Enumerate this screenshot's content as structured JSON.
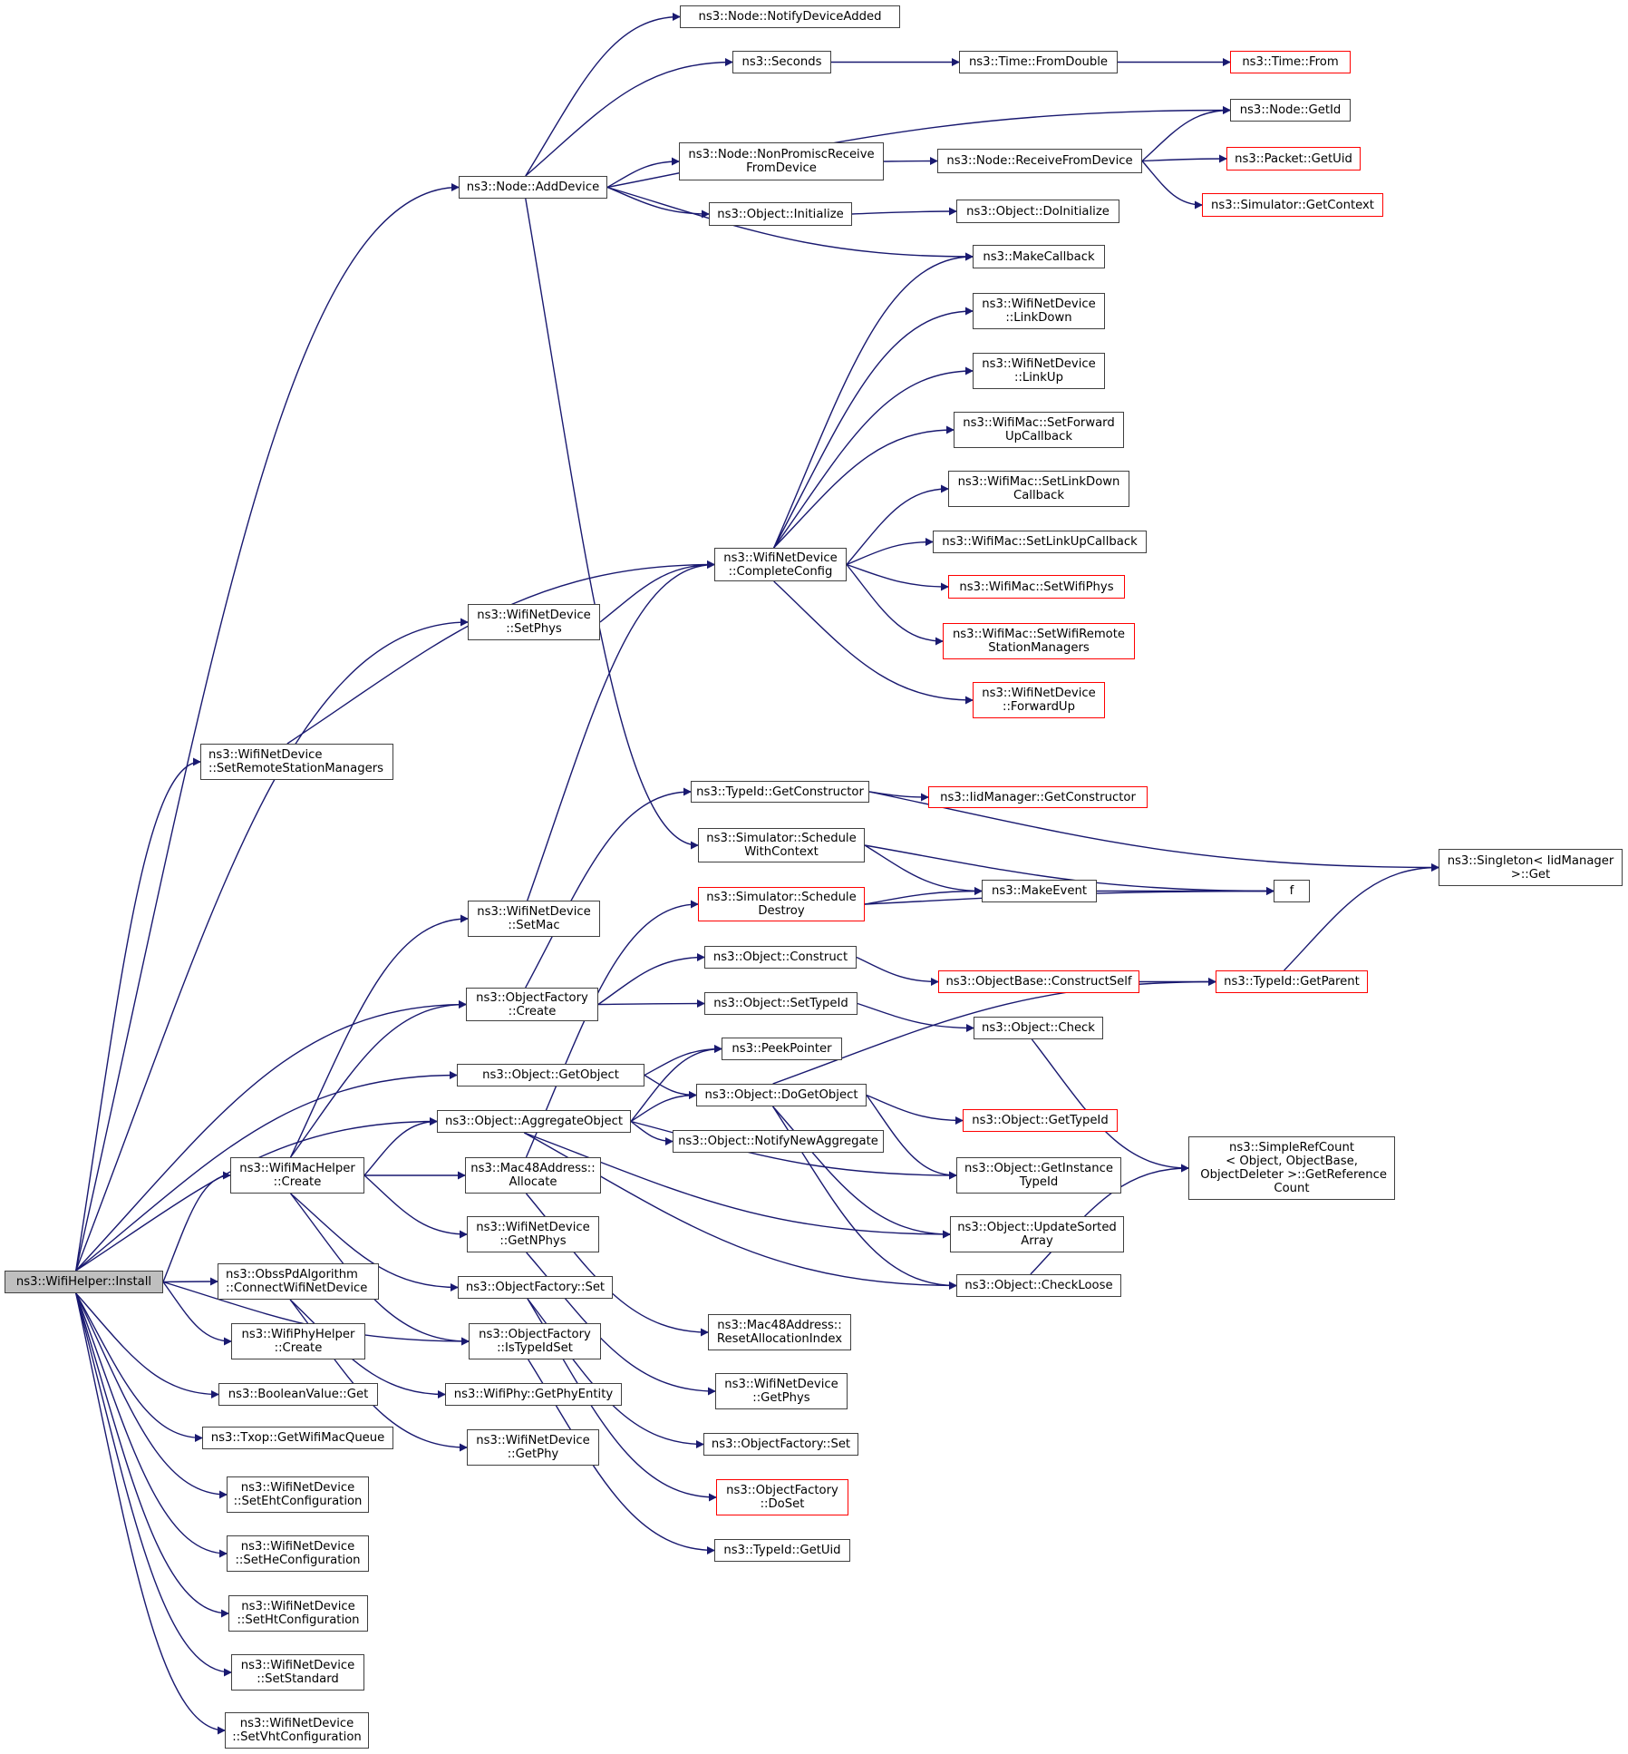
{
  "diagram": {
    "title": "Call graph of ns3::WifiHelper::Install",
    "colors": {
      "edge": "#191970",
      "node_border": "#404040",
      "missing_border": "#ff0000",
      "root_fill": "#bfbfbf"
    },
    "nodes": [
      {
        "id": "install",
        "label": "ns3::WifiHelper::Install",
        "kind": "root"
      },
      {
        "id": "notifyDeviceAdded",
        "label": "ns3::Node::NotifyDeviceAdded"
      },
      {
        "id": "seconds",
        "label": "ns3::Seconds"
      },
      {
        "id": "fromDouble",
        "label": "ns3::Time::FromDouble"
      },
      {
        "id": "timeFrom",
        "label": "ns3::Time::From",
        "kind": "red"
      },
      {
        "id": "nodeGetId",
        "label": "ns3::Node::GetId"
      },
      {
        "id": "nonPromisc",
        "label": "ns3::Node::NonPromiscReceive\nFromDevice"
      },
      {
        "id": "addDevice",
        "label": "ns3::Node::AddDevice"
      },
      {
        "id": "receiveFromDevice",
        "label": "ns3::Node::ReceiveFromDevice"
      },
      {
        "id": "packetGetUid",
        "label": "ns3::Packet::GetUid",
        "kind": "red"
      },
      {
        "id": "getContext",
        "label": "ns3::Simulator::GetContext",
        "kind": "red"
      },
      {
        "id": "initialize",
        "label": "ns3::Object::Initialize"
      },
      {
        "id": "doInitialize",
        "label": "ns3::Object::DoInitialize"
      },
      {
        "id": "makeCallback",
        "label": "ns3::MakeCallback"
      },
      {
        "id": "linkDown",
        "label": "ns3::WifiNetDevice\n::LinkDown"
      },
      {
        "id": "linkUp",
        "label": "ns3::WifiNetDevice\n::LinkUp"
      },
      {
        "id": "setForwardUp",
        "label": "ns3::WifiMac::SetForward\nUpCallback"
      },
      {
        "id": "setLinkDown",
        "label": "ns3::WifiMac::SetLinkDown\nCallback"
      },
      {
        "id": "setLinkUp",
        "label": "ns3::WifiMac::SetLinkUpCallback"
      },
      {
        "id": "completeConfig",
        "label": "ns3::WifiNetDevice\n::CompleteConfig"
      },
      {
        "id": "setWifiPhys",
        "label": "ns3::WifiMac::SetWifiPhys",
        "kind": "red"
      },
      {
        "id": "setWifiRSM",
        "label": "ns3::WifiMac::SetWifiRemote\nStationManagers",
        "kind": "red"
      },
      {
        "id": "forwardUp",
        "label": "ns3::WifiNetDevice\n::ForwardUp",
        "kind": "red"
      },
      {
        "id": "setPhys",
        "label": "ns3::WifiNetDevice\n::SetPhys"
      },
      {
        "id": "setRSM",
        "label": "ns3::WifiNetDevice\n::SetRemoteStationManagers",
        "align": "left"
      },
      {
        "id": "getConstructor",
        "label": "ns3::TypeId::GetConstructor"
      },
      {
        "id": "iidGetConstructor",
        "label": "ns3::IidManager::GetConstructor",
        "kind": "red"
      },
      {
        "id": "scheduleWithContext",
        "label": "ns3::Simulator::Schedule\nWithContext"
      },
      {
        "id": "singleton",
        "label": "ns3::Singleton< IidManager\n>::Get"
      },
      {
        "id": "scheduleDestroy",
        "label": "ns3::Simulator::Schedule\nDestroy",
        "kind": "red"
      },
      {
        "id": "makeEvent",
        "label": "ns3::MakeEvent"
      },
      {
        "id": "f",
        "label": "f"
      },
      {
        "id": "setMac",
        "label": "ns3::WifiNetDevice\n::SetMac"
      },
      {
        "id": "construct",
        "label": "ns3::Object::Construct"
      },
      {
        "id": "factoryCreate",
        "label": "ns3::ObjectFactory\n::Create"
      },
      {
        "id": "constructSelf",
        "label": "ns3::ObjectBase::ConstructSelf",
        "kind": "red"
      },
      {
        "id": "getParent",
        "label": "ns3::TypeId::GetParent",
        "kind": "red"
      },
      {
        "id": "setTypeId",
        "label": "ns3::Object::SetTypeId"
      },
      {
        "id": "check",
        "label": "ns3::Object::Check"
      },
      {
        "id": "peekPointer",
        "label": "ns3::PeekPointer"
      },
      {
        "id": "getObject",
        "label": "ns3::Object::GetObject"
      },
      {
        "id": "doGetObject",
        "label": "ns3::Object::DoGetObject"
      },
      {
        "id": "aggregateObject",
        "label": "ns3::Object::AggregateObject"
      },
      {
        "id": "objGetTypeId",
        "label": "ns3::Object::GetTypeId",
        "kind": "red"
      },
      {
        "id": "notifyNewAggregate",
        "label": "ns3::Object::NotifyNewAggregate"
      },
      {
        "id": "simpleRefCount",
        "label": "ns3::SimpleRefCount\n< Object, ObjectBase,\n ObjectDeleter >::GetReference\nCount"
      },
      {
        "id": "getInstanceTypeId",
        "label": "ns3::Object::GetInstance\nTypeId"
      },
      {
        "id": "macHelperCreate",
        "label": "ns3::WifiMacHelper\n::Create"
      },
      {
        "id": "macAllocate",
        "label": "ns3::Mac48Address::\nAllocate"
      },
      {
        "id": "updateSorted",
        "label": "ns3::Object::UpdateSorted\nArray"
      },
      {
        "id": "getNPhys",
        "label": "ns3::WifiNetDevice\n::GetNPhys"
      },
      {
        "id": "factorySet1",
        "label": "ns3::ObjectFactory::Set"
      },
      {
        "id": "checkLoose",
        "label": "ns3::Object::CheckLoose"
      },
      {
        "id": "obssPd",
        "label": "ns3::ObssPdAlgorithm\n::ConnectWifiNetDevice",
        "align": "left"
      },
      {
        "id": "phyHelperCreate",
        "label": "ns3::WifiPhyHelper\n::Create"
      },
      {
        "id": "isTypeIdSet",
        "label": "ns3::ObjectFactory\n::IsTypeIdSet"
      },
      {
        "id": "resetAlloc",
        "label": "ns3::Mac48Address::\nResetAllocationIndex"
      },
      {
        "id": "booleanGet",
        "label": "ns3::BooleanValue::Get"
      },
      {
        "id": "getPhyEntity",
        "label": "ns3::WifiPhy::GetPhyEntity"
      },
      {
        "id": "getPhys",
        "label": "ns3::WifiNetDevice\n::GetPhys"
      },
      {
        "id": "txopQueue",
        "label": "ns3::Txop::GetWifiMacQueue"
      },
      {
        "id": "getPhy",
        "label": "ns3::WifiNetDevice\n::GetPhy"
      },
      {
        "id": "factorySet2",
        "label": "ns3::ObjectFactory::Set"
      },
      {
        "id": "setEht",
        "label": "ns3::WifiNetDevice\n::SetEhtConfiguration"
      },
      {
        "id": "doSet",
        "label": "ns3::ObjectFactory\n::DoSet",
        "kind": "red"
      },
      {
        "id": "setHe",
        "label": "ns3::WifiNetDevice\n::SetHeConfiguration"
      },
      {
        "id": "typeIdGetUid",
        "label": "ns3::TypeId::GetUid"
      },
      {
        "id": "setHt",
        "label": "ns3::WifiNetDevice\n::SetHtConfiguration"
      },
      {
        "id": "setStandard",
        "label": "ns3::WifiNetDevice\n::SetStandard"
      },
      {
        "id": "setVht",
        "label": "ns3::WifiNetDevice\n::SetVhtConfiguration"
      }
    ],
    "edges": [
      [
        "install",
        "addDevice"
      ],
      [
        "install",
        "setPhys"
      ],
      [
        "install",
        "setRSM"
      ],
      [
        "install",
        "factoryCreate"
      ],
      [
        "install",
        "getObject"
      ],
      [
        "install",
        "aggregateObject"
      ],
      [
        "install",
        "macHelperCreate"
      ],
      [
        "install",
        "isTypeIdSet"
      ],
      [
        "install",
        "obssPd"
      ],
      [
        "install",
        "phyHelperCreate"
      ],
      [
        "install",
        "booleanGet"
      ],
      [
        "install",
        "txopQueue"
      ],
      [
        "install",
        "setEht"
      ],
      [
        "install",
        "setHe"
      ],
      [
        "install",
        "setHt"
      ],
      [
        "install",
        "setStandard"
      ],
      [
        "install",
        "setVht"
      ],
      [
        "addDevice",
        "notifyDeviceAdded"
      ],
      [
        "addDevice",
        "seconds"
      ],
      [
        "addDevice",
        "nodeGetId"
      ],
      [
        "addDevice",
        "nonPromisc"
      ],
      [
        "addDevice",
        "initialize"
      ],
      [
        "addDevice",
        "makeCallback"
      ],
      [
        "addDevice",
        "scheduleWithContext"
      ],
      [
        "seconds",
        "fromDouble"
      ],
      [
        "fromDouble",
        "timeFrom"
      ],
      [
        "nonPromisc",
        "receiveFromDevice"
      ],
      [
        "receiveFromDevice",
        "nodeGetId"
      ],
      [
        "receiveFromDevice",
        "packetGetUid"
      ],
      [
        "receiveFromDevice",
        "getContext"
      ],
      [
        "initialize",
        "doInitialize"
      ],
      [
        "completeConfig",
        "makeCallback"
      ],
      [
        "completeConfig",
        "linkDown"
      ],
      [
        "completeConfig",
        "linkUp"
      ],
      [
        "completeConfig",
        "setForwardUp"
      ],
      [
        "completeConfig",
        "setLinkDown"
      ],
      [
        "completeConfig",
        "setLinkUp"
      ],
      [
        "completeConfig",
        "setWifiPhys"
      ],
      [
        "completeConfig",
        "setWifiRSM"
      ],
      [
        "completeConfig",
        "forwardUp"
      ],
      [
        "setPhys",
        "completeConfig"
      ],
      [
        "setRSM",
        "completeConfig"
      ],
      [
        "setMac",
        "completeConfig"
      ],
      [
        "getConstructor",
        "iidGetConstructor"
      ],
      [
        "getConstructor",
        "singleton"
      ],
      [
        "scheduleWithContext",
        "makeEvent"
      ],
      [
        "scheduleWithContext",
        "f"
      ],
      [
        "scheduleDestroy",
        "makeEvent"
      ],
      [
        "scheduleDestroy",
        "f"
      ],
      [
        "makeEvent",
        "f"
      ],
      [
        "factoryCreate",
        "getConstructor"
      ],
      [
        "factoryCreate",
        "construct"
      ],
      [
        "factoryCreate",
        "setTypeId"
      ],
      [
        "construct",
        "constructSelf"
      ],
      [
        "constructSelf",
        "getParent"
      ],
      [
        "getParent",
        "singleton"
      ],
      [
        "setTypeId",
        "check"
      ],
      [
        "check",
        "simpleRefCount"
      ],
      [
        "getObject",
        "peekPointer"
      ],
      [
        "getObject",
        "doGetObject"
      ],
      [
        "aggregateObject",
        "peekPointer"
      ],
      [
        "aggregateObject",
        "doGetObject"
      ],
      [
        "aggregateObject",
        "notifyNewAggregate"
      ],
      [
        "aggregateObject",
        "getInstanceTypeId"
      ],
      [
        "aggregateObject",
        "updateSorted"
      ],
      [
        "aggregateObject",
        "checkLoose"
      ],
      [
        "doGetObject",
        "getParent"
      ],
      [
        "doGetObject",
        "objGetTypeId"
      ],
      [
        "doGetObject",
        "getInstanceTypeId"
      ],
      [
        "doGetObject",
        "updateSorted"
      ],
      [
        "doGetObject",
        "checkLoose"
      ],
      [
        "checkLoose",
        "simpleRefCount"
      ],
      [
        "macHelperCreate",
        "setMac"
      ],
      [
        "macHelperCreate",
        "factoryCreate"
      ],
      [
        "macHelperCreate",
        "aggregateObject"
      ],
      [
        "macHelperCreate",
        "macAllocate"
      ],
      [
        "macHelperCreate",
        "getNPhys"
      ],
      [
        "macHelperCreate",
        "factorySet1"
      ],
      [
        "macHelperCreate",
        "isTypeIdSet"
      ],
      [
        "macAllocate",
        "scheduleDestroy"
      ],
      [
        "macAllocate",
        "resetAlloc"
      ],
      [
        "getNPhys",
        "getPhys"
      ],
      [
        "factorySet1",
        "factorySet2"
      ],
      [
        "factorySet1",
        "doSet"
      ],
      [
        "isTypeIdSet",
        "typeIdGetUid"
      ],
      [
        "obssPd",
        "getPhyEntity"
      ],
      [
        "obssPd",
        "getPhy"
      ]
    ]
  }
}
